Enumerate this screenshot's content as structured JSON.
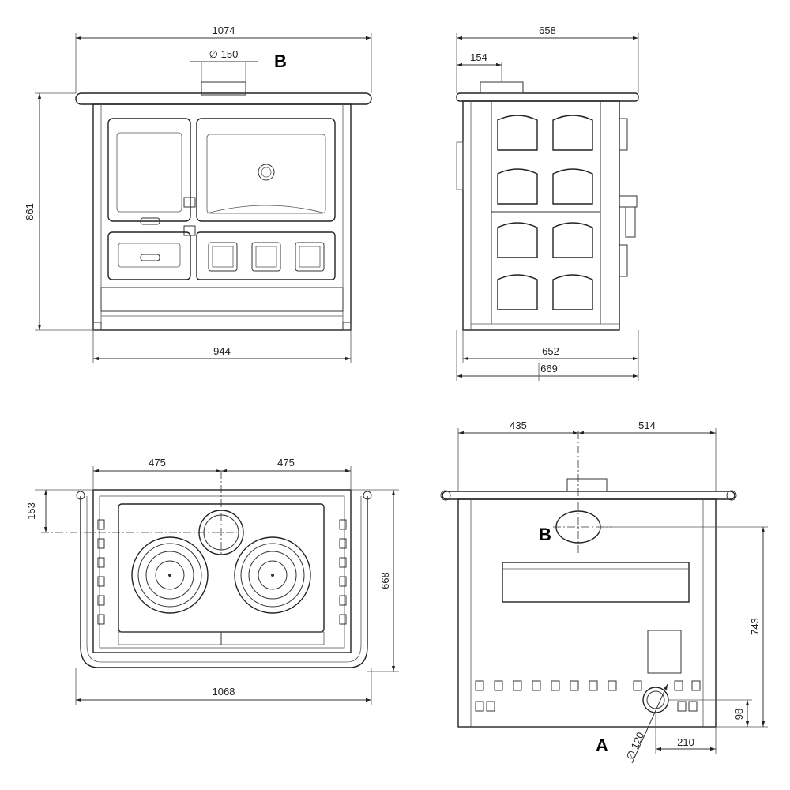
{
  "labels": {
    "flue_top": "B",
    "flue_back": "B",
    "air_inlet": "A"
  },
  "dimensions": {
    "front_total_width": "1074",
    "front_flue_diameter": "∅ 150",
    "front_height": "861",
    "front_body_width": "944",
    "side_total_depth": "658",
    "side_flue_offset": "154",
    "side_body_depth": "652",
    "side_base_depth": "669",
    "top_left_half": "475",
    "top_right_half": "475",
    "top_flue_offset": "153",
    "top_depth": "668",
    "top_rail_width": "1068",
    "back_left_offset": "435",
    "back_right_offset": "514",
    "back_flue_height": "743",
    "back_inlet_height": "98",
    "back_inlet_offset": "210",
    "back_inlet_diameter": "∅ 120"
  }
}
